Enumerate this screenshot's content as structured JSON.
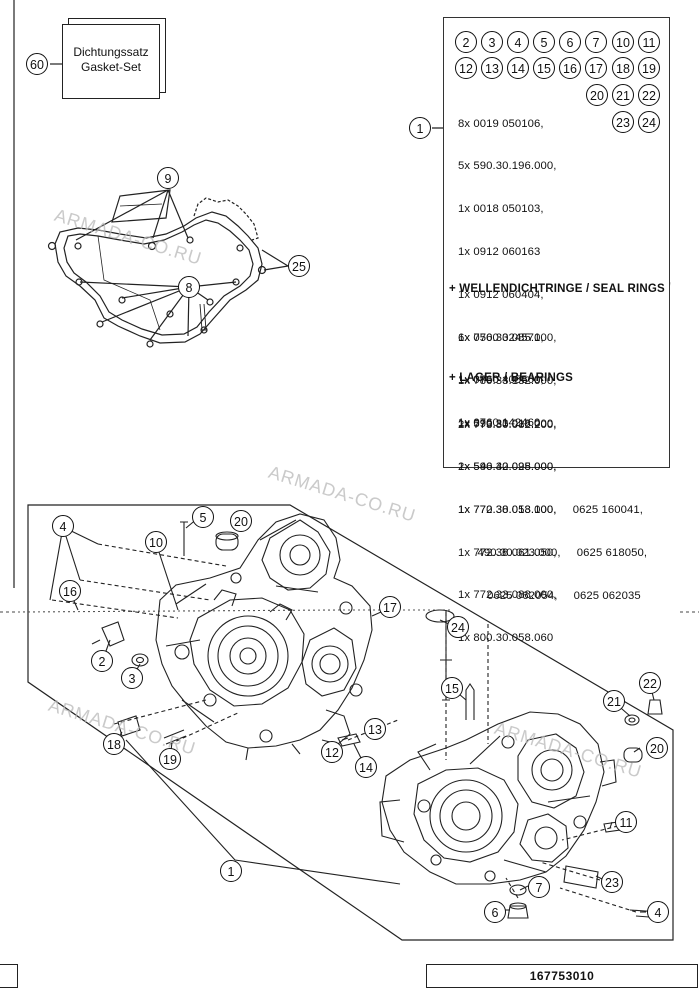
{
  "gasket_set": {
    "number": "60",
    "label_de": "Dichtungssatz",
    "label_en": "Gasket-Set"
  },
  "kit_panel": {
    "ref_numbers": [
      "2",
      "3",
      "4",
      "5",
      "6",
      "7",
      "10",
      "11",
      "12",
      "13",
      "14",
      "15",
      "16",
      "17",
      "18",
      "19",
      "20",
      "21",
      "22",
      "23",
      "24"
    ],
    "callout": "1",
    "part_lines": [
      "8x 0019 050106,",
      "5x 590.30.196.000,",
      "1x 0018 050103,",
      "1x 0912 060163",
      "1x 0912 060404,",
      "6x 750.30.085.000,",
      "1x 780.33.132.000,",
      "1x 590.33.018.000,",
      "1x 590.40.028.000,",
      "1x 770.38.013.100,",
      "1x 772.38.061.050,",
      "1x 772.33.088.000,",
      "1x 800.30.058.060"
    ],
    "seal_header": "+ WELLENDICHTRINGE / SEAL RINGS",
    "seal_lines": [
      "1x 0760 324571,",
      "1x 0760 405560,",
      "1x 0760 142460"
    ],
    "bearing_header": "+ LAGER / BEARINGS",
    "bearing_lines": [
      "2x 773.30.082.200,",
      "2x 546.32.095.000,",
      "1x 772.30.058.000,     0625 160041,",
      "      490.30.023.000,     0625 618050,",
      "         0625 062054,     0625 062035"
    ]
  },
  "gasket_callouts": [
    "9",
    "8",
    "25"
  ],
  "main_callouts": [
    "4",
    "5",
    "20",
    "10",
    "16",
    "17",
    "24",
    "2",
    "3",
    "15",
    "21",
    "22",
    "13",
    "12",
    "14",
    "18",
    "19",
    "20",
    "11",
    "7",
    "23",
    "6",
    "4",
    "1"
  ],
  "watermark": "ARMADA-CO.RU",
  "footer": {
    "drawing_number": "167753010"
  }
}
